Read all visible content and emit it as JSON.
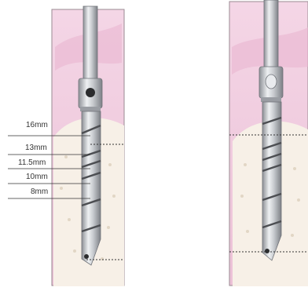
{
  "depth_markers": [
    {
      "label": "16mm"
    },
    {
      "label": "13mm"
    },
    {
      "label": "11.5mm"
    },
    {
      "label": "10mm"
    },
    {
      "label": "8mm"
    }
  ],
  "colors": {
    "gum_pink": "#f1cfe0",
    "bone": "#f6efe6",
    "drill_steel": "#c9ccd0",
    "guide_line": "#333333"
  },
  "icons": [
    "drill-icon",
    "bone-cross-section-icon"
  ]
}
